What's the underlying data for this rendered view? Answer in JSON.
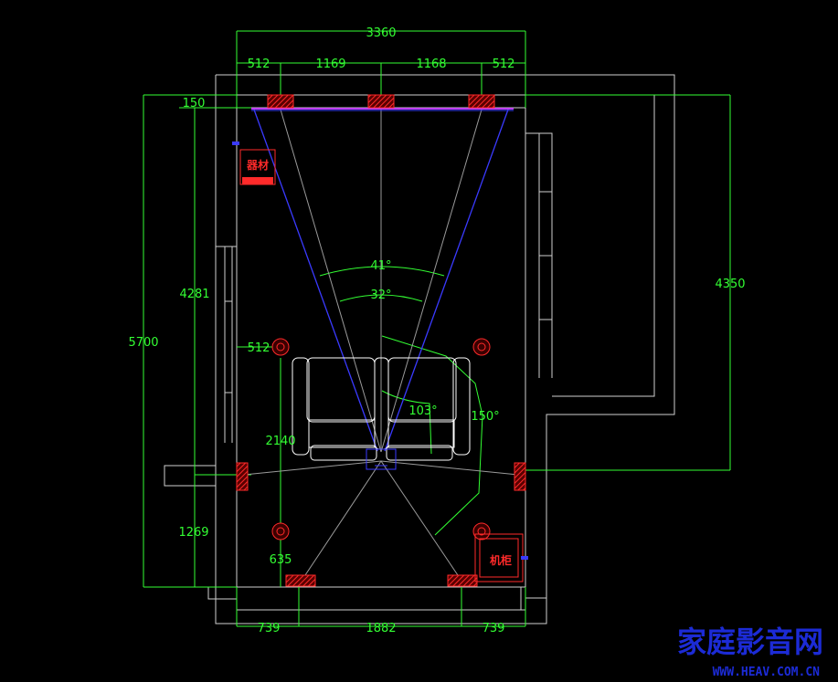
{
  "colors": {
    "background": "#000000",
    "walls": "#ffffff",
    "dimension": "#33ff33",
    "speaker": "#ff2222",
    "sightline": "#3a3aff",
    "screen": "#c040ff",
    "watermark": "#1c2bd6"
  },
  "dimensions": {
    "top_total": "3360",
    "top_seg_1": "512",
    "top_seg_2": "1169",
    "top_seg_3": "1168",
    "top_seg_4": "512",
    "screen_offset": "150",
    "left_4281": "4281",
    "left_5700": "5700",
    "right_4350": "4350",
    "side_512": "512",
    "seat_2140": "2140",
    "rear_1269": "1269",
    "rear_635": "635",
    "bottom_1": "739",
    "bottom_2": "1882",
    "bottom_3": "739"
  },
  "angles": {
    "a41": "41°",
    "a32": "32°",
    "a103": "103°",
    "a150": "150°"
  },
  "labels": {
    "cabinet": "机柜",
    "device": "器材"
  },
  "watermark": {
    "title": "家庭影音网",
    "url": "WWW.HEAV.COM.CN"
  }
}
